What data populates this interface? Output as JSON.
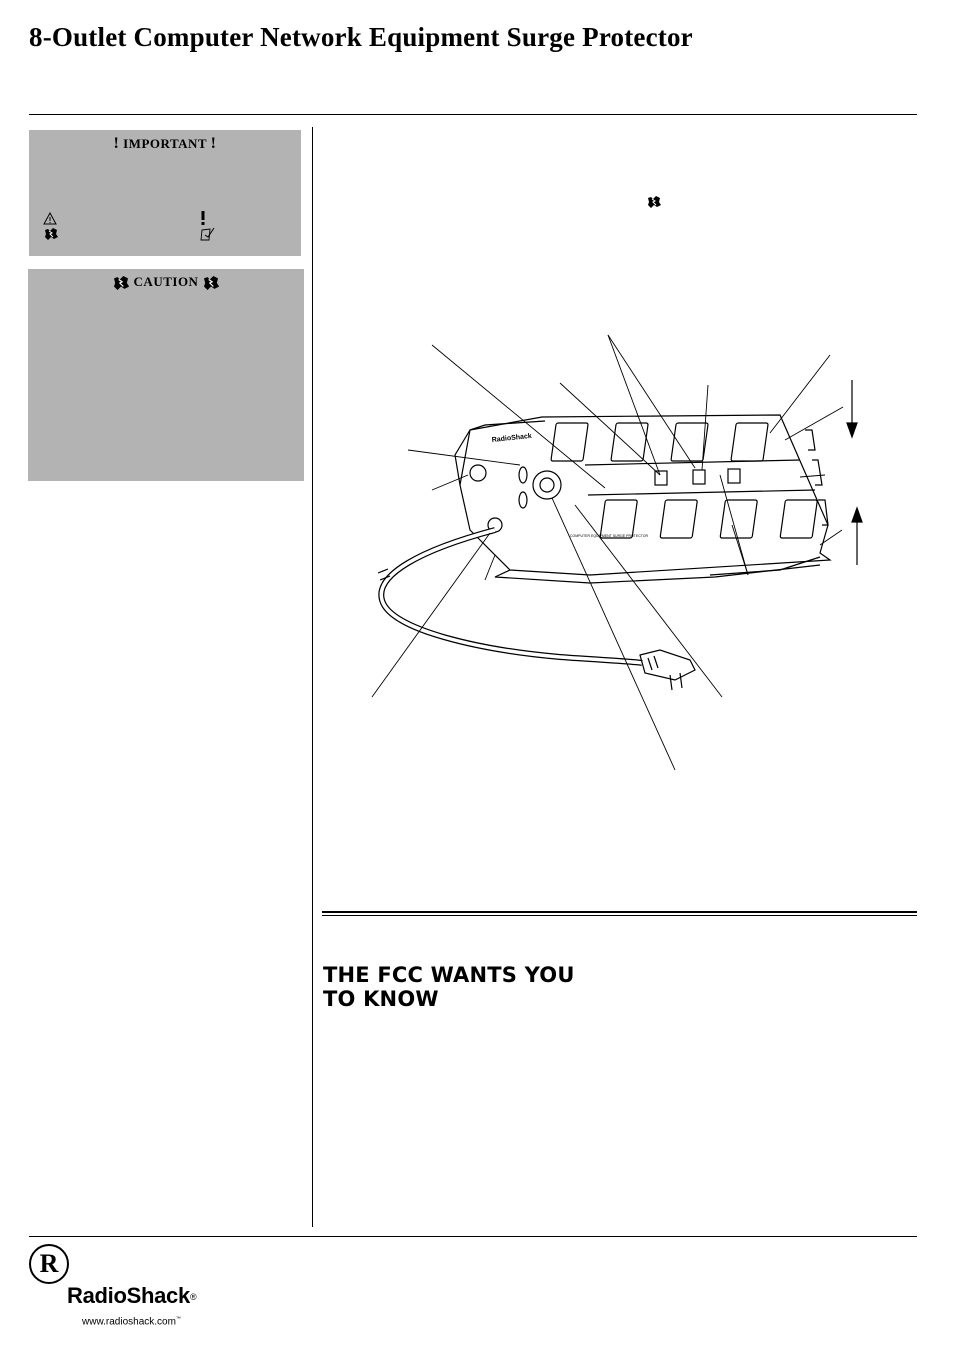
{
  "document": {
    "title": "8-Outlet Computer Network Equipment Surge Protector"
  },
  "important_box": {
    "heading": "IMPORTANT",
    "left_marks": "!",
    "right_marks": "!",
    "symbols": [
      "warning-triangle-icon",
      "lightning-burst-icon",
      "exclamation-icon",
      "hand-note-icon"
    ]
  },
  "caution_box": {
    "heading": "CAUTION",
    "symbols": [
      "lightning-burst-icon",
      "lightning-burst-icon"
    ]
  },
  "diagram": {
    "brand_label": "RadioShack",
    "device_label": "COMPUTER EQUIPMENT SURGE PROTECTOR"
  },
  "fcc_section": {
    "heading_line1": "THE FCC WANTS YOU",
    "heading_line2": "TO KNOW"
  },
  "footer": {
    "logo_letter": "R",
    "brand": "RadioShack",
    "registered": "®",
    "url": "www.radioshack.com",
    "tm": "™"
  },
  "colors": {
    "box_gray": "#b3b3b3",
    "rule": "#000000"
  }
}
